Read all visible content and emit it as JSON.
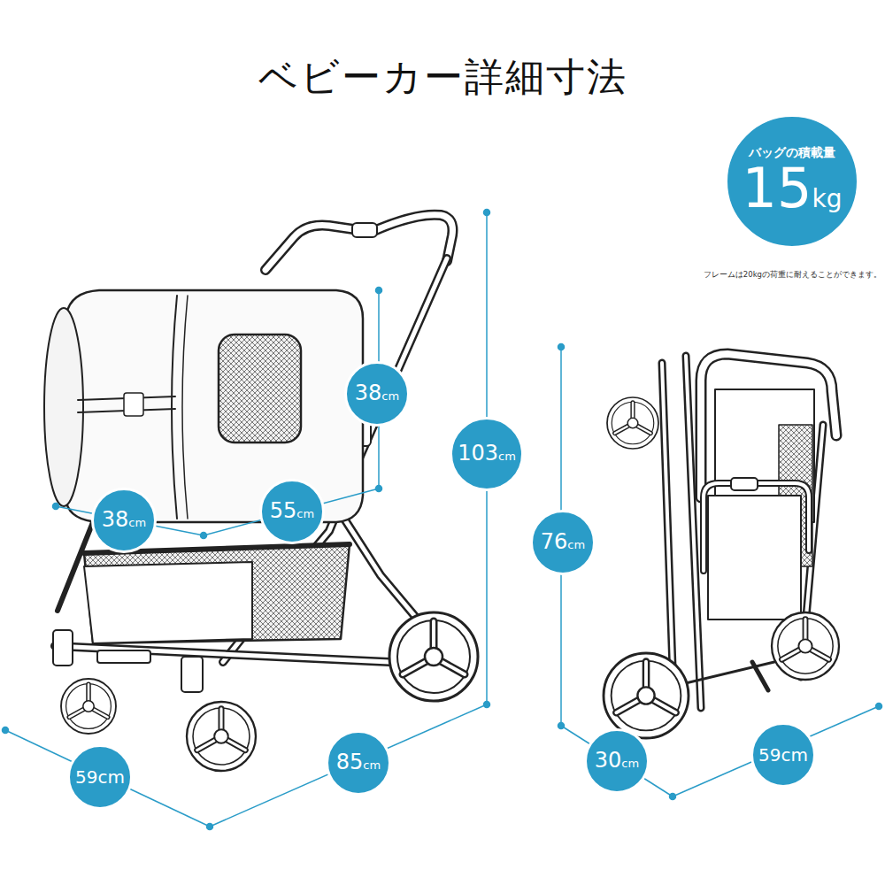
{
  "diagram": {
    "title": "ベビーカー詳細寸法",
    "nodes": [
      {
        "text": [
          "バッグの積載量",
          "15",
          "kg"
        ]
      },
      {
        "text": [
          "38",
          "cm"
        ]
      },
      {
        "text": [
          "103",
          "cm"
        ]
      },
      {
        "text": [
          "38",
          "cm"
        ]
      },
      {
        "text": [
          "55",
          "cm"
        ]
      },
      {
        "text": [
          "76",
          "cm"
        ]
      },
      {
        "text": [
          "59cm"
        ]
      },
      {
        "text": [
          "85",
          "cm"
        ]
      },
      {
        "text": [
          "30",
          "cm"
        ]
      },
      {
        "text": [
          "59cm"
        ]
      }
    ],
    "labels": [
      "フレームは20kgの荷重に耐えることができます。"
    ]
  }
}
